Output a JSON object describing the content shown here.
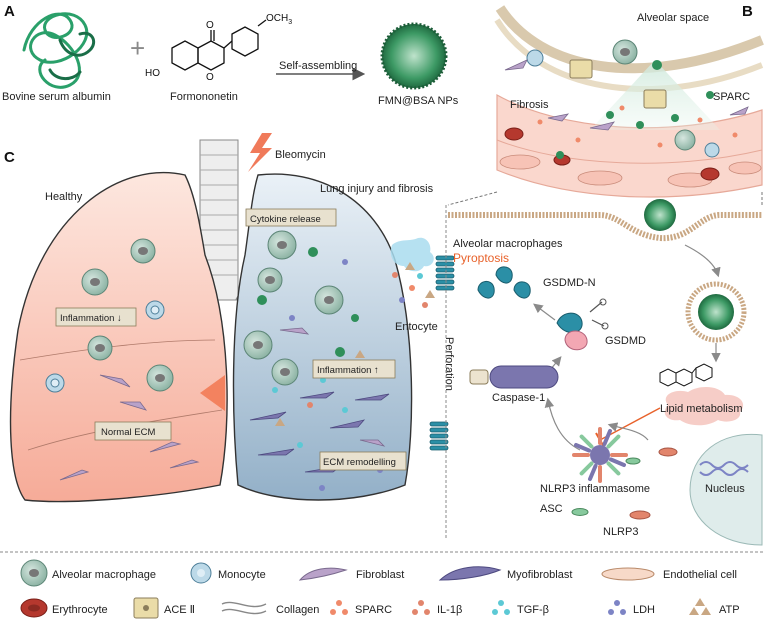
{
  "panels": {
    "a": "A",
    "b": "B",
    "c": "C"
  },
  "panel_a": {
    "protein_label": "Bovine serum albumin",
    "plus": "+",
    "drug_label": "Formononetin",
    "och3": "OCH",
    "och3_sub": "3",
    "ho": "HO",
    "o_top": "O",
    "o_ring": "O",
    "arrow_label": "Self-assembling",
    "product_label": "FMN@BSA NPs"
  },
  "panel_b": {
    "alveolar_space": "Alveolar space",
    "fibrosis": "Fibrosis",
    "sparc": "SPARC"
  },
  "panel_c": {
    "bleomycin": "Bleomycin",
    "healthy": "Healthy",
    "injured": "Lung injury and fibrosis",
    "inflammation_down": "Inflammation ↓",
    "normal_ecm": "Normal ECM",
    "cytokine_release": "Cytokine release",
    "inflammation_up": "Inflammation ↑",
    "ecm_remodelling": "ECM remodelling",
    "entocyte": "Entocyte",
    "perforation": "Perforation"
  },
  "mechanism": {
    "alveolar_macrophages": "Alveolar macrophages",
    "pyroptosis": "Pyroptosis",
    "gsdmd_n": "GSDMD-N",
    "gsdmd": "GSDMD",
    "caspase1": "Caspase-1",
    "lipid_metabolism": "Lipid metabolism",
    "nlrp3_inflammasome": "NLRP3 inflammasome",
    "nucleus": "Nucleus",
    "asc": "ASC",
    "nlrp3": "NLRP3"
  },
  "legend": {
    "alveolar_macrophage": "Alveolar macrophage",
    "monocyte": "Monocyte",
    "fibroblast": "Fibroblast",
    "myofibroblast": "Myofibroblast",
    "endothelial_cell": "Endothelial cell",
    "erythrocyte": "Erythrocyte",
    "ace2": "ACE Ⅱ",
    "collagen": "Collagen",
    "sparc": "SPARC",
    "il1b": "IL-1β",
    "tgfb": "TGF-β",
    "ldh": "LDH",
    "atp": "ATP"
  },
  "colors": {
    "macrophage": "#8fb5a6",
    "monocyte": "#bcd9e8",
    "fibroblast": "#b9a2c9",
    "myofibroblast": "#7b76ae",
    "erythrocyte": "#b5382e",
    "sparc": "#f08a6a",
    "il1b": "#e2856c",
    "tgfb": "#5cc9d5",
    "ldh": "#7d84c5",
    "atp": "#c9a783",
    "np": "#2f8f5a",
    "pyroptosis": "#e8622b"
  }
}
